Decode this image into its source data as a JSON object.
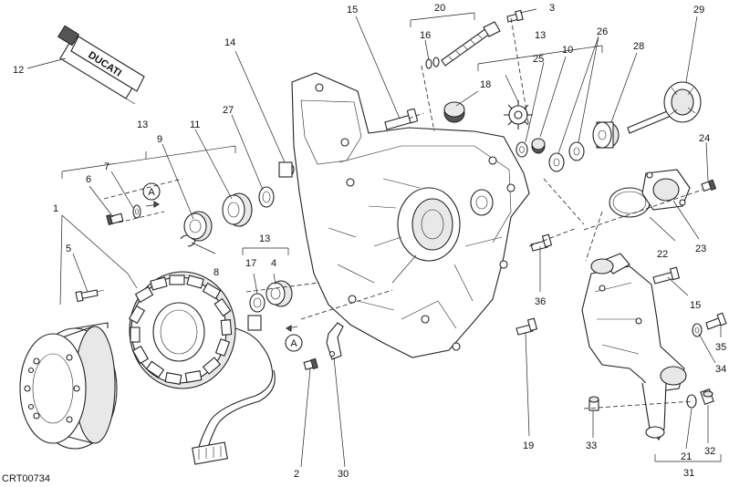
{
  "diagram": {
    "code": "CRT00734",
    "tube_brand": "DUCATI",
    "arrow_marker": "A",
    "callouts": [
      {
        "id": "c1",
        "text": "1"
      },
      {
        "id": "c2",
        "text": "2"
      },
      {
        "id": "c3",
        "text": "3"
      },
      {
        "id": "c4",
        "text": "4"
      },
      {
        "id": "c5",
        "text": "5"
      },
      {
        "id": "c6",
        "text": "6"
      },
      {
        "id": "c7",
        "text": "7"
      },
      {
        "id": "c8",
        "text": "8"
      },
      {
        "id": "c9",
        "text": "9"
      },
      {
        "id": "c10",
        "text": "10"
      },
      {
        "id": "c11",
        "text": "11"
      },
      {
        "id": "c12",
        "text": "12"
      },
      {
        "id": "c13a",
        "text": "13"
      },
      {
        "id": "c13b",
        "text": "13"
      },
      {
        "id": "c13c",
        "text": "13"
      },
      {
        "id": "c14",
        "text": "14"
      },
      {
        "id": "c15a",
        "text": "15"
      },
      {
        "id": "c15b",
        "text": "15"
      },
      {
        "id": "c16",
        "text": "16"
      },
      {
        "id": "c17",
        "text": "17"
      },
      {
        "id": "c18",
        "text": "18"
      },
      {
        "id": "c19",
        "text": "19"
      },
      {
        "id": "c20",
        "text": "20"
      },
      {
        "id": "c21",
        "text": "21"
      },
      {
        "id": "c22",
        "text": "22"
      },
      {
        "id": "c23",
        "text": "23"
      },
      {
        "id": "c24",
        "text": "24"
      },
      {
        "id": "c25",
        "text": "25"
      },
      {
        "id": "c26",
        "text": "26"
      },
      {
        "id": "c27",
        "text": "27"
      },
      {
        "id": "c28",
        "text": "28"
      },
      {
        "id": "c29",
        "text": "29"
      },
      {
        "id": "c30",
        "text": "30"
      },
      {
        "id": "c31",
        "text": "31"
      },
      {
        "id": "c32",
        "text": "32"
      },
      {
        "id": "c33",
        "text": "33"
      },
      {
        "id": "c34",
        "text": "34"
      },
      {
        "id": "c35",
        "text": "35"
      },
      {
        "id": "c36",
        "text": "36"
      }
    ]
  }
}
